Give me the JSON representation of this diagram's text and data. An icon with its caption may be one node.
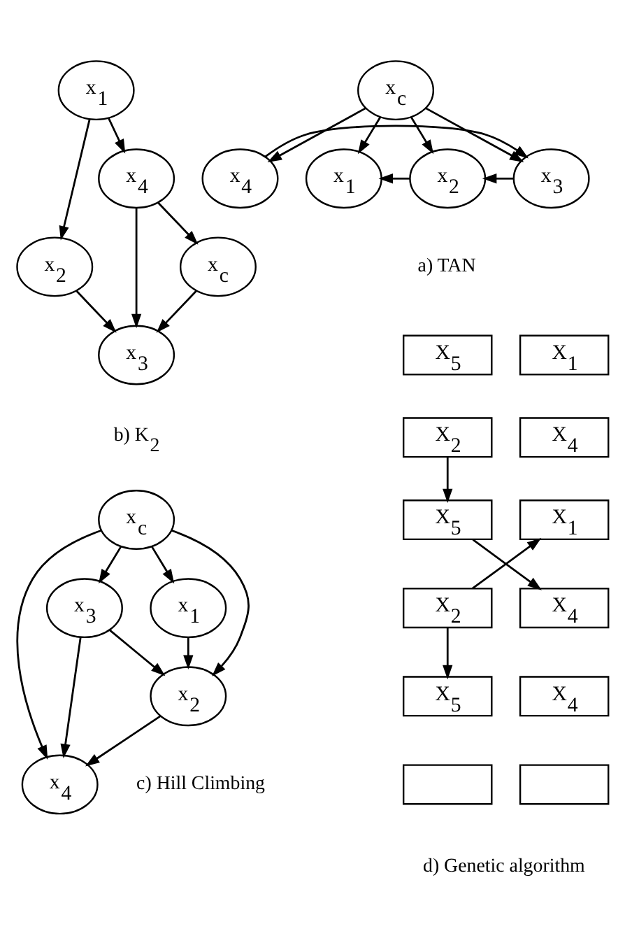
{
  "diagram": {
    "nodes": [
      {
        "text": [
          "x$_{1}$"
        ]
      },
      {
        "text": [
          "x$_{2}$"
        ]
      },
      {
        "text": [
          "x$_{c}$"
        ]
      },
      {
        "text": [
          "x$_{4}$"
        ]
      },
      {
        "text": [
          "x$_{3}$"
        ]
      },
      {
        "text": [
          "x$_{c}$"
        ]
      },
      {
        "text": [
          "x$_{4}$"
        ]
      },
      {
        "text": [
          "x$_{1}$"
        ]
      },
      {
        "text": [
          "x$_{2}$"
        ]
      },
      {
        "text": [
          "x$_{3}$"
        ]
      },
      {
        "text": [
          "x$_{c}$"
        ]
      },
      {
        "text": [
          "x$_{3}$"
        ]
      },
      {
        "text": [
          "x$_{4}$"
        ]
      },
      {
        "text": [
          "x$_{1}$"
        ]
      },
      {
        "text": [
          "x$_{2}$"
        ]
      },
      {
        "text": [
          "X$_{5}$"
        ]
      },
      {
        "text": [
          "X$_{1}$"
        ]
      },
      {
        "text": [
          "X$_{2}$"
        ]
      },
      {
        "text": [
          "X$_{4}$"
        ]
      },
      {
        "text": [
          "X$_{5}$"
        ]
      },
      {
        "text": [
          "X$_{1}$"
        ]
      },
      {
        "text": [
          "X$_{2}$"
        ]
      },
      {
        "text": [
          "X$_{4}$"
        ]
      },
      {
        "text": [
          "X$_{5}$"
        ]
      },
      {
        "text": [
          "X$_{4}$"
        ]
      },
      {
        "text": [],
        "shape": "box"
      },
      {
        "text": [],
        "shape": "box"
      }
    ],
    "edges": [
      {
        "from": 0,
        "to": 1,
        "arrow": "to"
      },
      {
        "from": 0,
        "to": 3,
        "arrow": "to"
      },
      {
        "from": 1,
        "to": 4,
        "arrow": "to"
      },
      {
        "from": 2,
        "to": 4,
        "arrow": "to"
      },
      {
        "from": 3,
        "to": 2,
        "arrow": "to"
      },
      {
        "from": 3,
        "to": 4,
        "arrow": "to"
      },
      {
        "from": 5,
        "to": 7,
        "arrow": "to"
      },
      {
        "from": 5,
        "to": 8,
        "arrow": "to"
      },
      {
        "from": 5,
        "to": 9,
        "arrow": "to"
      },
      {
        "from": 5,
        "to": 6,
        "arrow": "to"
      },
      {
        "from": 6,
        "to": 9,
        "arrow": "to"
      },
      {
        "from": 8,
        "to": 7,
        "arrow": "to"
      },
      {
        "from": 9,
        "to": 8,
        "arrow": "to"
      },
      {
        "from": 10,
        "to": 13,
        "arrow": "to"
      },
      {
        "from": 10,
        "to": 14,
        "arrow": "to"
      },
      {
        "from": 10,
        "to": 11,
        "arrow": "to"
      },
      {
        "from": 10,
        "to": 12,
        "arrow": "to"
      },
      {
        "from": 11,
        "to": 12,
        "arrow": "to"
      },
      {
        "from": 11,
        "to": 14,
        "arrow": "to"
      },
      {
        "from": 13,
        "to": 14,
        "arrow": "to"
      },
      {
        "from": 14,
        "to": 12,
        "arrow": "to"
      },
      {
        "from": 17,
        "to": 19,
        "arrow": "to"
      },
      {
        "from": 19,
        "to": 22,
        "arrow": "to"
      },
      {
        "from": 21,
        "to": 20,
        "arrow": "to"
      },
      {
        "from": 21,
        "to": 23,
        "arrow": "to"
      }
    ],
    "labels": [
      "b) K$_{2}$",
      "a) TAN",
      "c) Hill Climbing",
      "d) Genetic algorithm"
    ]
  }
}
